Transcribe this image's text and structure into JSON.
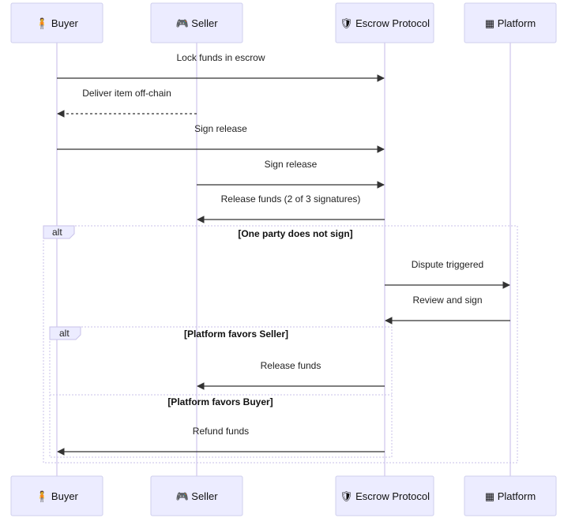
{
  "actors": [
    {
      "id": "buyer",
      "label": "Buyer",
      "icon": "person-icon",
      "glyph": "🧍"
    },
    {
      "id": "seller",
      "label": "Seller",
      "icon": "gamepad-icon",
      "glyph": "🎮"
    },
    {
      "id": "escrow",
      "label": "Escrow Protocol",
      "icon": "shield-icon",
      "glyph": "🛡"
    },
    {
      "id": "platform",
      "label": "Platform",
      "icon": "platform-icon",
      "glyph": "▦"
    }
  ],
  "messages": [
    {
      "from": "buyer",
      "to": "escrow",
      "label": "Lock funds in escrow",
      "dashed": false
    },
    {
      "from": "seller",
      "to": "buyer",
      "label": "Deliver item off-chain",
      "dashed": true
    },
    {
      "from": "buyer",
      "to": "escrow",
      "label": "Sign release",
      "dashed": false
    },
    {
      "from": "seller",
      "to": "escrow",
      "label": "Sign release",
      "dashed": false
    },
    {
      "from": "escrow",
      "to": "seller",
      "label": "Release funds (2 of 3 signatures)",
      "dashed": false
    },
    {
      "from": "escrow",
      "to": "platform",
      "label": "Dispute triggered",
      "dashed": false
    },
    {
      "from": "platform",
      "to": "escrow",
      "label": "Review and sign",
      "dashed": false
    },
    {
      "from": "escrow",
      "to": "seller",
      "label": "Release funds",
      "dashed": false
    },
    {
      "from": "escrow",
      "to": "buyer",
      "label": "Refund funds",
      "dashed": false
    }
  ],
  "frames": {
    "outer": {
      "kind": "alt",
      "condition": "[One party does not sign]"
    },
    "inner": {
      "kind": "alt",
      "condition": "[Platform favors Seller]",
      "else_condition": "[Platform favors Buyer]"
    }
  }
}
